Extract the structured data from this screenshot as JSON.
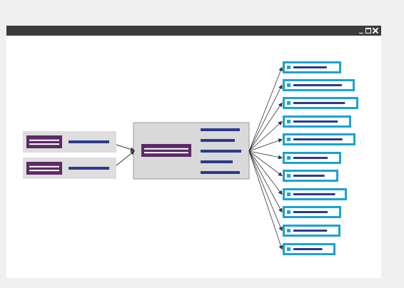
{
  "window": {
    "controls": [
      {
        "icon": "minimize-icon"
      },
      {
        "icon": "maximize-icon"
      },
      {
        "icon": "close-icon"
      }
    ]
  },
  "colors": {
    "window_bg": "#ffffff",
    "title_bar": "#3c3c3c",
    "card_gray": "#d9d9d9",
    "input_card_gray": "#dedede",
    "purple": "#5c2a66",
    "navy": "#2d3a8c",
    "cyan": "#1aa3d4",
    "arrow": "#333333"
  },
  "diagram": {
    "inputs": [
      {
        "label_icon": "purple-label-icon",
        "bar": "navy-bar"
      },
      {
        "label_icon": "purple-label-icon",
        "bar": "navy-bar"
      }
    ],
    "hub": {
      "label_icon": "purple-label-icon",
      "bar_count": 5
    },
    "outputs": [
      {
        "bar_fraction": 0.78
      },
      {
        "bar_fraction": 0.86
      },
      {
        "bar_fraction": 0.86
      },
      {
        "bar_fraction": 0.84
      },
      {
        "bar_fraction": 0.86
      },
      {
        "bar_fraction": 0.8
      },
      {
        "bar_fraction": 0.78
      },
      {
        "bar_fraction": 0.86
      },
      {
        "bar_fraction": 0.8
      },
      {
        "bar_fraction": 0.8
      },
      {
        "bar_fraction": 0.78
      }
    ]
  }
}
